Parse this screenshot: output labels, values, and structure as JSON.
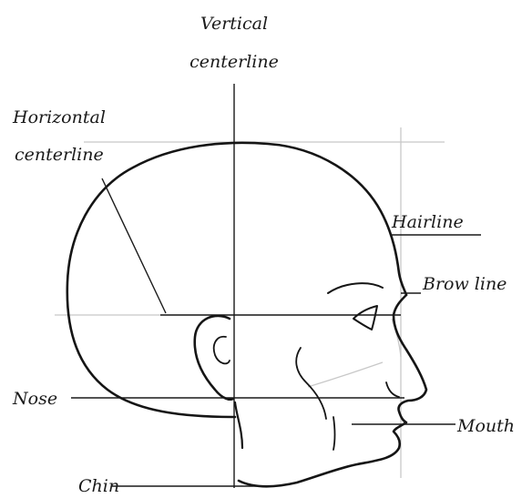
{
  "labels": {
    "vertical_centerline_line1": "Vertical",
    "vertical_centerline_line2": "centerline",
    "horizontal_centerline_line1": "Horizontal",
    "horizontal_centerline_line2": "centerline",
    "hairline": "Hairline",
    "brow_line": "Brow line",
    "nose": "Nose",
    "mouth": "Mouth",
    "chin": "Chin"
  },
  "colors": {
    "ink": "#151515",
    "guide": "#c8c8c8",
    "background": "#ffffff"
  }
}
